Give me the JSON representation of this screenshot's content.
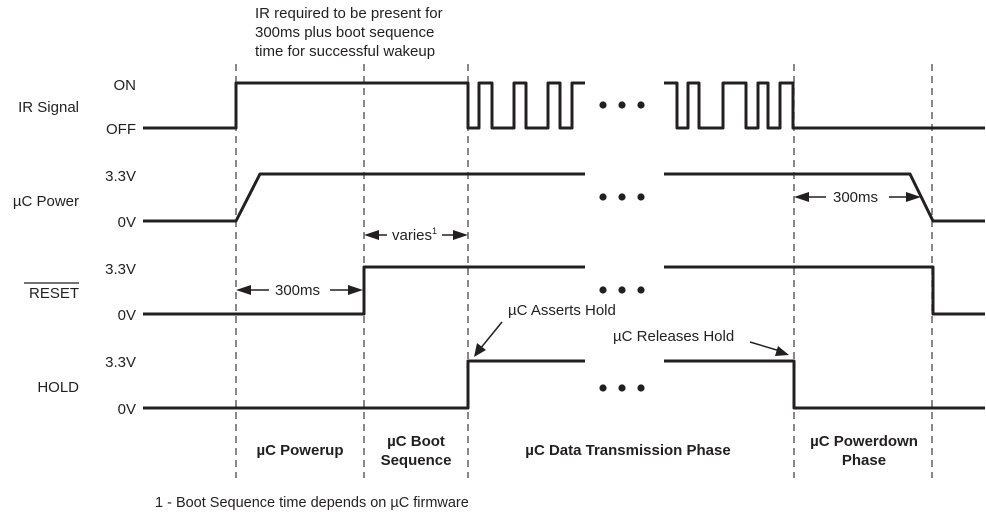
{
  "header_note": {
    "line1": "IR required to be present for",
    "line2": "300ms plus boot sequence",
    "line3": "time for successful wakeup"
  },
  "signals": [
    {
      "name": "IR Signal",
      "high_label": "ON",
      "low_label": "OFF"
    },
    {
      "name": "µC Power",
      "high_label": "3.3V",
      "low_label": "0V"
    },
    {
      "name": "RESET",
      "overbar": true,
      "high_label": "3.3V",
      "low_label": "0V"
    },
    {
      "name": "HOLD",
      "high_label": "3.3V",
      "low_label": "0V"
    }
  ],
  "annotations": {
    "varies": "varies",
    "varies_superscript": "1",
    "powerup_duration": "300ms",
    "powerdown_duration": "300ms",
    "asserts_hold": "µC Asserts Hold",
    "releases_hold": "µC Releases Hold"
  },
  "phases": [
    {
      "line1": "µC Powerup",
      "line2": ""
    },
    {
      "line1": "µC Boot",
      "line2": "Sequence"
    },
    {
      "line1": "µC Data Transmission Phase",
      "line2": ""
    },
    {
      "line1": "µC Powerdown",
      "line2": "Phase"
    }
  ],
  "footnote": "1 - Boot Sequence time depends on µC firmware",
  "colors": {
    "ink": "#231f20",
    "guide": "#555555",
    "background": "#ffffff"
  }
}
